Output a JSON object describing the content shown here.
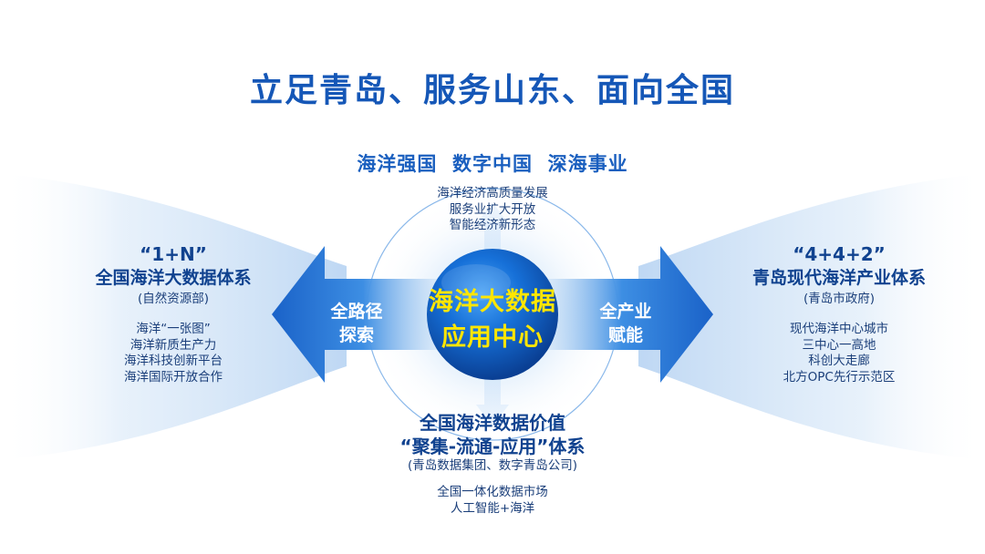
{
  "title": "立足青岛、服务山东、面向全国",
  "top": {
    "heading": "海洋强国  数字中国  深海事业",
    "lines": [
      "海洋经济高质量发展",
      "服务业扩大开放",
      "智能经济新形态"
    ]
  },
  "center": {
    "lines": [
      "海洋大数据",
      "应用中心"
    ]
  },
  "left_arrow": {
    "lines": [
      "全路径",
      "探索"
    ]
  },
  "right_arrow": {
    "lines": [
      "全产业",
      "赋能"
    ]
  },
  "left": {
    "quote": "“1+N”",
    "heading": "全国海洋大数据体系",
    "sub": "(自然资源部)",
    "items": [
      "海洋“一张图”",
      "海洋新质生产力",
      "海洋科技创新平台",
      "海洋国际开放合作"
    ]
  },
  "right": {
    "quote": "“4+4+2”",
    "heading": "青岛现代海洋产业体系",
    "sub": "(青岛市政府)",
    "items": [
      "现代海洋中心城市",
      "三中心一高地",
      "科创大走廊",
      "北方OPC先行示范区"
    ]
  },
  "bottom": {
    "heading_lines": [
      "全国海洋数据价值",
      "“聚集-流通-应用”体系"
    ],
    "sub": "(青岛数据集团、数字青岛公司)",
    "items": [
      "全国一体化数据市场",
      "人工智能+海洋"
    ]
  },
  "colors": {
    "title": "#1557b7",
    "heading": "#10428f",
    "center_text": "#ffe600",
    "arrow": "#1f72d6",
    "sphere": "#0d63c9"
  }
}
